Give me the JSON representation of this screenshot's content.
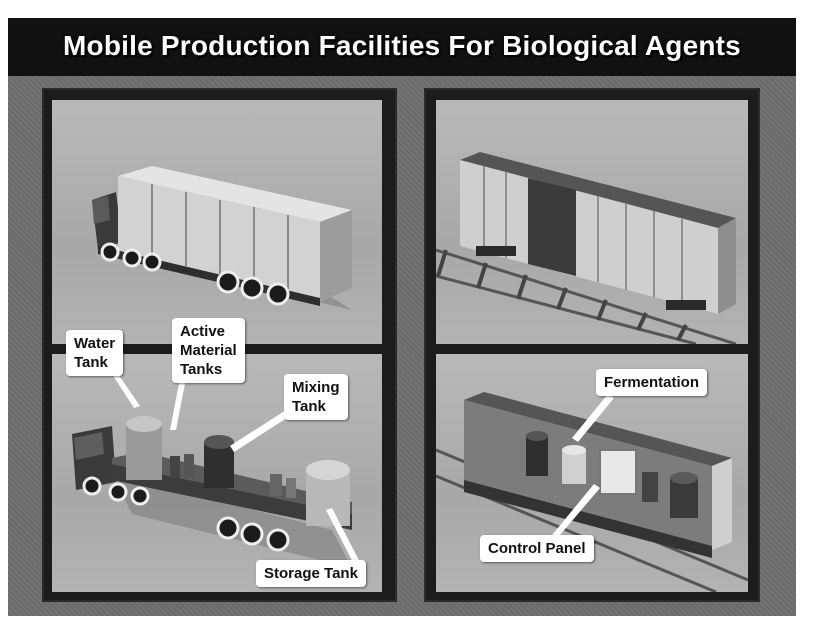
{
  "title": "Mobile Production Facilities For Biological Agents",
  "panels": [
    {
      "name": "truck-exterior"
    },
    {
      "name": "railcar-exterior"
    },
    {
      "name": "truck-cutaway"
    },
    {
      "name": "railcar-cutaway"
    }
  ],
  "labels": {
    "water_tank": "Water\nTank",
    "active_material_tanks": "Active\nMaterial\nTanks",
    "mixing_tank": "Mixing\nTank",
    "storage_tank": "Storage Tank",
    "fermentation": "Fermentation",
    "control_panel": "Control Panel"
  },
  "colors": {
    "background": "#6e6e6e",
    "title_bar": "#111111",
    "frame": "#1c1c1c",
    "label_bg": "#ffffff"
  }
}
